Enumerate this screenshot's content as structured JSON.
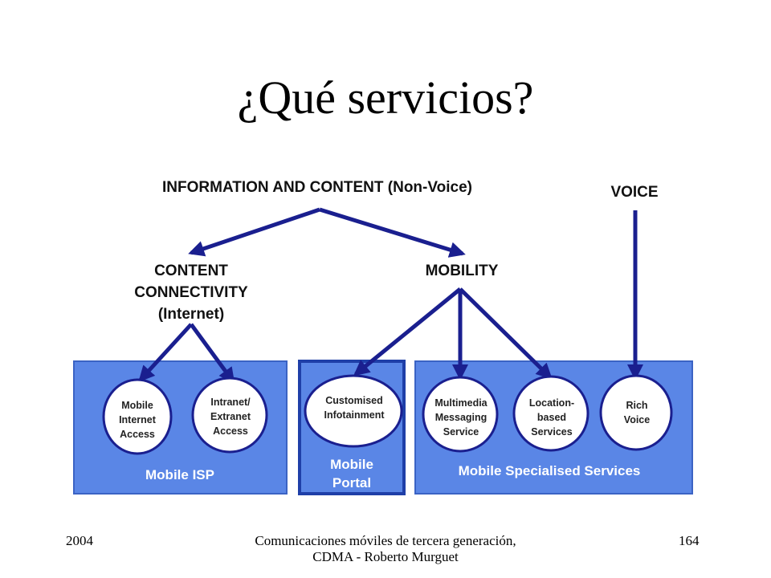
{
  "slide": {
    "title": "¿Qué servicios?",
    "footer_left": "2004",
    "footer_center": "Comunicaciones móviles de tercera generación, CDMA - Roberto Murguet",
    "footer_right": "164"
  },
  "diagram": {
    "top_label": "INFORMATION AND CONTENT (Non-Voice)",
    "voice_label": "VOICE",
    "connectivity_label": [
      "CONTENT",
      "CONNECTIVITY",
      "(Internet)"
    ],
    "mobility_label": "MOBILITY",
    "groups": {
      "isp": {
        "label": "Mobile ISP",
        "services": [
          [
            "Mobile",
            "Internet",
            "Access"
          ],
          [
            "Intranet/",
            "Extranet",
            "Access"
          ]
        ]
      },
      "portal": {
        "label": [
          "Mobile",
          "Portal"
        ],
        "services": [
          [
            "Customised",
            "Infotainment"
          ]
        ]
      },
      "specialised": {
        "label": "Mobile Specialised Services",
        "services": [
          [
            "Multimedia",
            "Messaging",
            "Service"
          ],
          [
            "Location-",
            "based",
            "Services"
          ],
          [
            "Rich",
            "Voice"
          ]
        ]
      }
    },
    "colors": {
      "box_fill": "#5a86e6",
      "box_border": "#1f3fa8",
      "arrow": "#1a1f8f",
      "circle_border": "#1a1f8f"
    }
  }
}
